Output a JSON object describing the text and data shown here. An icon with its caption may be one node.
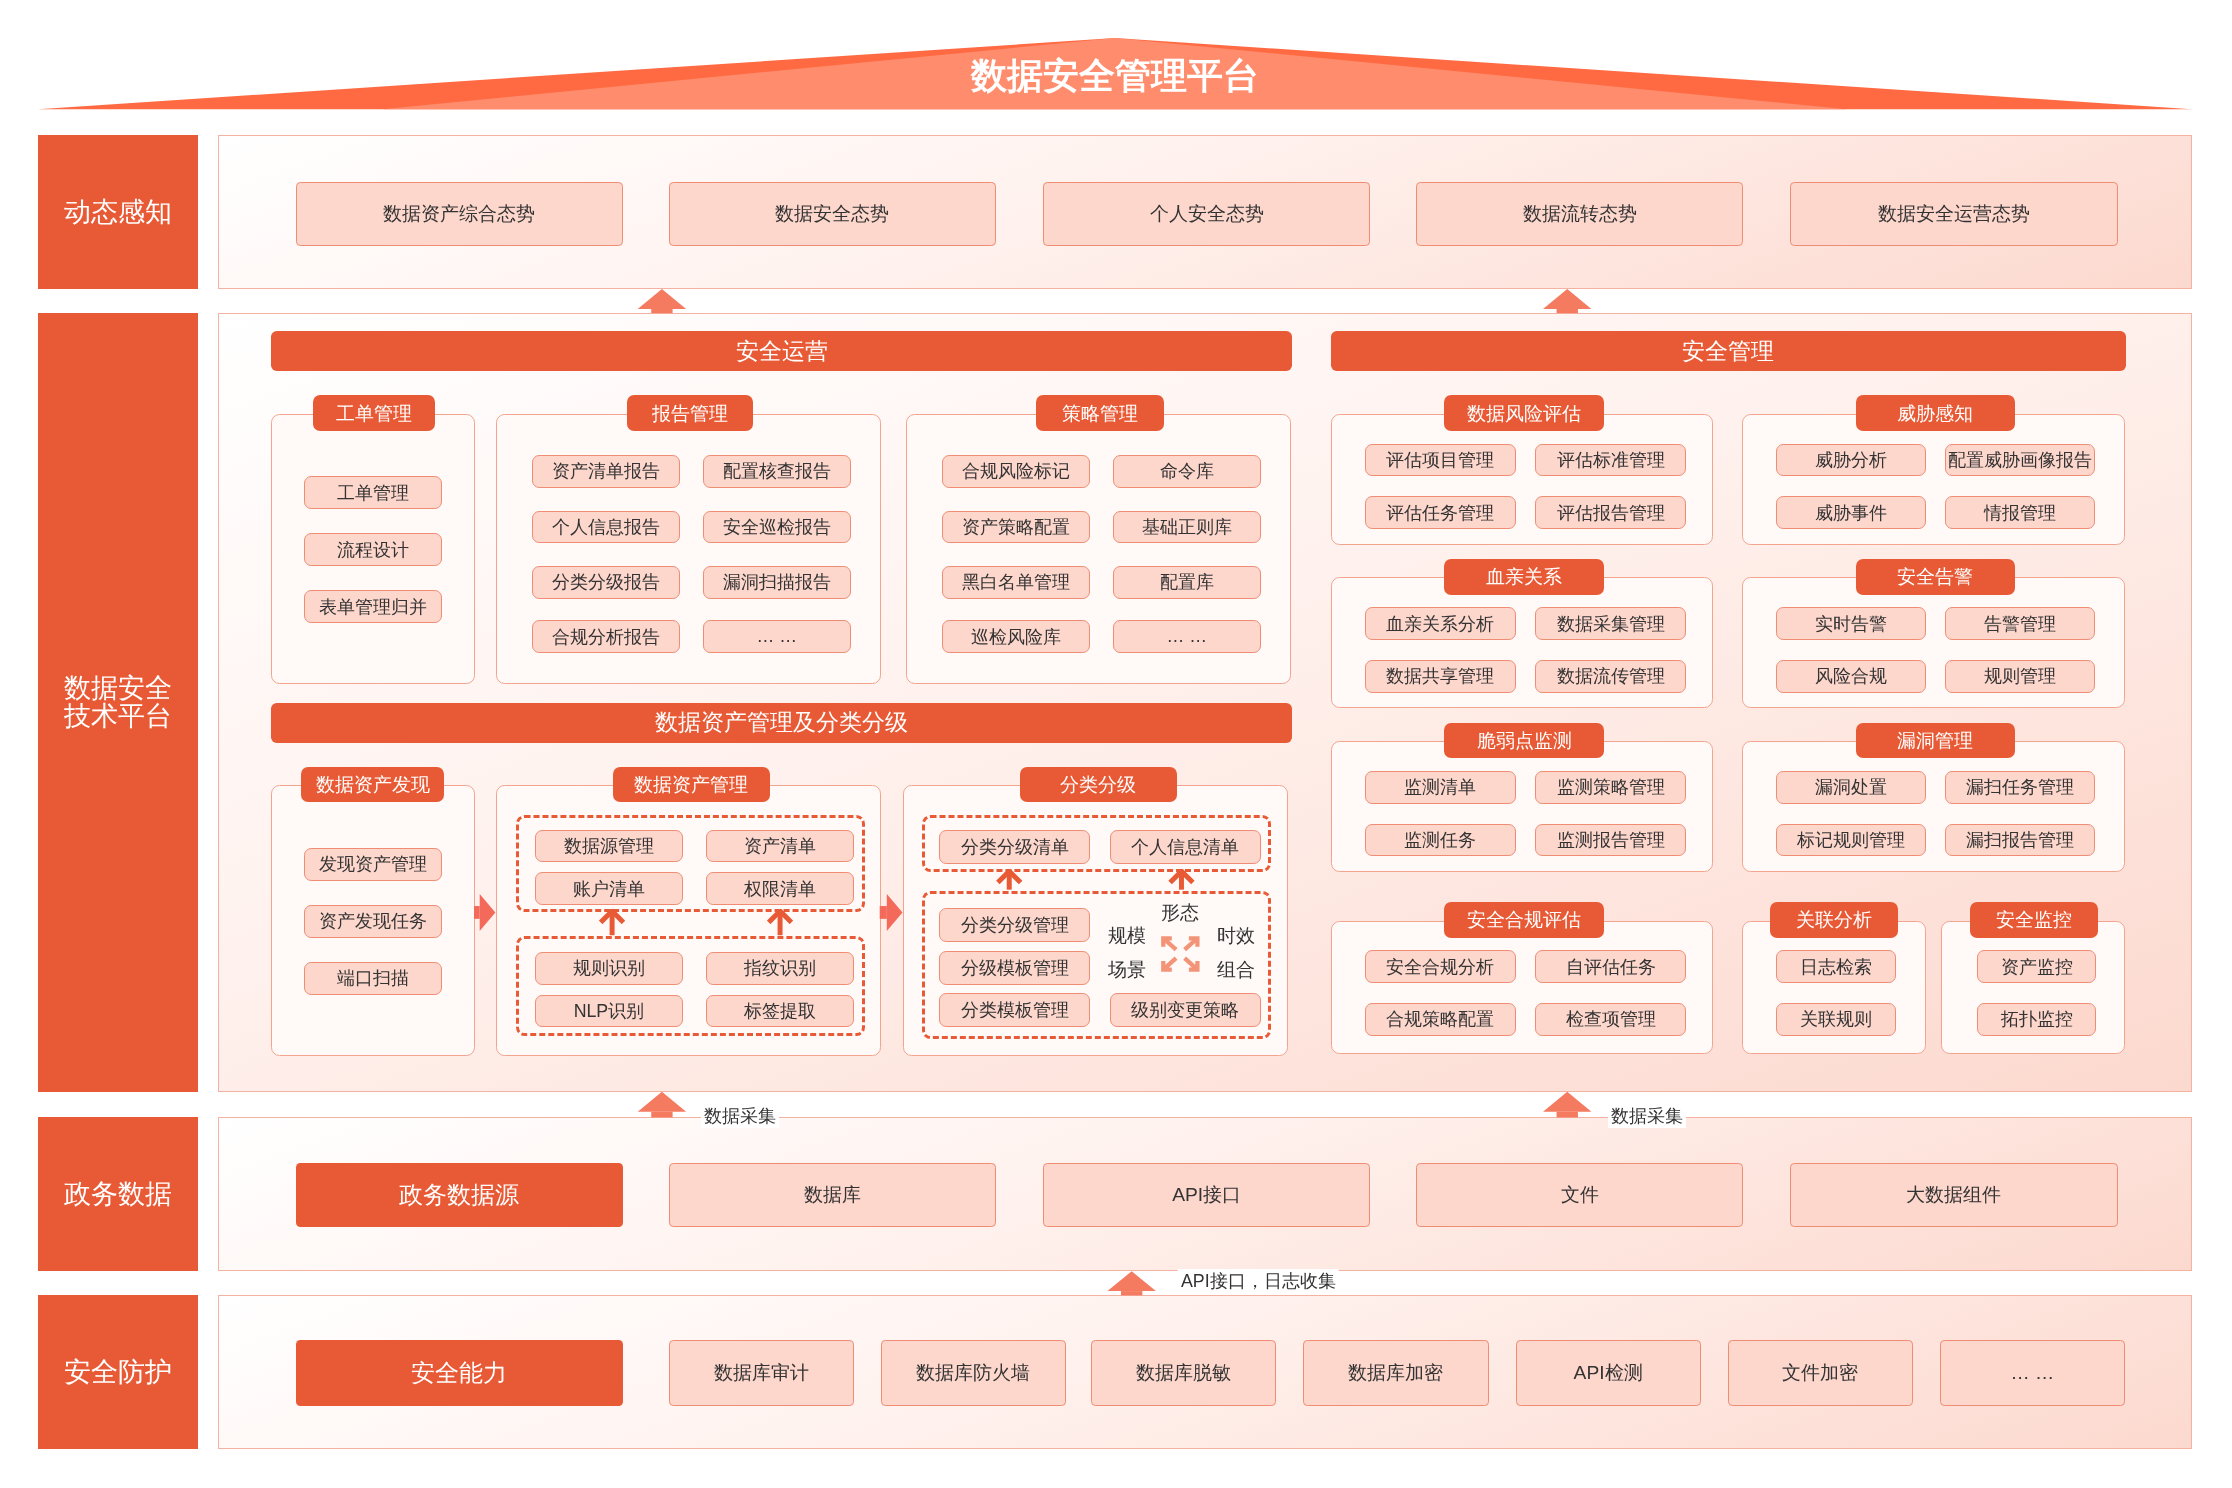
{
  "diagram": {
    "nodes": [
      {
        "text": [
          "数据安全管理平台"
        ]
      },
      {
        "text": [
          "动态感知"
        ]
      },
      {
        "text": [],
        "shape": "box"
      },
      {
        "text": [
          "数据资产综合态势"
        ],
        "in": 2
      },
      {
        "text": [
          "数据安全态势"
        ],
        "in": 2
      },
      {
        "text": [
          "个人安全态势"
        ],
        "in": 2
      },
      {
        "text": [
          "数据流转态势"
        ],
        "in": 2
      },
      {
        "text": [
          "数据安全运营态势"
        ],
        "in": 2
      },
      {
        "text": [
          "数据安全技术平台"
        ]
      },
      {
        "text": [],
        "shape": "box"
      },
      {
        "text": [
          "安全运营"
        ],
        "in": 9
      },
      {
        "text": [
          "工单管理"
        ],
        "in": 9
      },
      {
        "text": [
          "工单管理"
        ],
        "in": 11
      },
      {
        "text": [
          "流程设计"
        ],
        "in": 11
      },
      {
        "text": [
          "表单管理归并"
        ],
        "in": 11
      },
      {
        "text": [
          "报告管理"
        ],
        "in": 9
      },
      {
        "text": [
          "资产清单报告"
        ],
        "in": 15
      },
      {
        "text": [
          "配置核查报告"
        ],
        "in": 15
      },
      {
        "text": [
          "个人信息报告"
        ],
        "in": 15
      },
      {
        "text": [
          "安全巡检报告"
        ],
        "in": 15
      },
      {
        "text": [
          "分类分级报告"
        ],
        "in": 15
      },
      {
        "text": [
          "漏洞扫描报告"
        ],
        "in": 15
      },
      {
        "text": [
          "合规分析报告"
        ],
        "in": 15
      },
      {
        "text": [
          "… …"
        ],
        "in": 15
      },
      {
        "text": [
          "策略管理"
        ],
        "in": 9
      },
      {
        "text": [
          "合规风险标记"
        ],
        "in": 24
      },
      {
        "text": [
          "命令库"
        ],
        "in": 24
      },
      {
        "text": [
          "资产策略配置"
        ],
        "in": 24
      },
      {
        "text": [
          "基础正则库"
        ],
        "in": 24
      },
      {
        "text": [
          "黑白名单管理"
        ],
        "in": 24
      },
      {
        "text": [
          "配置库"
        ],
        "in": 24
      },
      {
        "text": [
          "巡检风险库"
        ],
        "in": 24
      },
      {
        "text": [
          "… …"
        ],
        "in": 24
      },
      {
        "text": [
          "数据资产管理及分类分级"
        ],
        "in": 9
      },
      {
        "text": [
          "数据资产发现"
        ],
        "in": 9
      },
      {
        "text": [
          "发现资产管理"
        ],
        "in": 34
      },
      {
        "text": [
          "资产发现任务"
        ],
        "in": 34
      },
      {
        "text": [
          "端口扫描"
        ],
        "in": 34
      },
      {
        "text": [
          "数据资产管理"
        ],
        "in": 9
      },
      {
        "text": [],
        "shape": "box",
        "in": 38
      },
      {
        "text": [
          "数据源管理"
        ],
        "in": 39
      },
      {
        "text": [
          "资产清单"
        ],
        "in": 39
      },
      {
        "text": [
          "账户清单"
        ],
        "in": 39
      },
      {
        "text": [
          "权限清单"
        ],
        "in": 39
      },
      {
        "text": [],
        "shape": "box",
        "in": 38
      },
      {
        "text": [
          "规则识别"
        ],
        "in": 44
      },
      {
        "text": [
          "指纹识别"
        ],
        "in": 44
      },
      {
        "text": [
          "NLP识别"
        ],
        "in": 44
      },
      {
        "text": [
          "标签提取"
        ],
        "in": 44
      },
      {
        "text": [
          "分类分级"
        ],
        "in": 9
      },
      {
        "text": [],
        "shape": "box",
        "in": 49
      },
      {
        "text": [
          "分类分级清单"
        ],
        "in": 50
      },
      {
        "text": [
          "个人信息清单"
        ],
        "in": 50
      },
      {
        "text": [],
        "shape": "box",
        "in": 49
      },
      {
        "text": [
          "分类分级管理"
        ],
        "in": 53
      },
      {
        "text": [
          "分级模板管理"
        ],
        "in": 53
      },
      {
        "text": [
          "分类模板管理"
        ],
        "in": 53
      },
      {
        "text": [
          "级别变更策略"
        ],
        "in": 53
      },
      {
        "text": [
          "安全管理"
        ],
        "in": 9
      },
      {
        "text": [
          "数据风险评估"
        ],
        "in": 9
      },
      {
        "text": [
          "评估项目管理"
        ],
        "in": 59
      },
      {
        "text": [
          "评估标准管理"
        ],
        "in": 59
      },
      {
        "text": [
          "评估任务管理"
        ],
        "in": 59
      },
      {
        "text": [
          "评估报告管理"
        ],
        "in": 59
      },
      {
        "text": [
          "威胁感知"
        ],
        "in": 9
      },
      {
        "text": [
          "威胁分析"
        ],
        "in": 64
      },
      {
        "text": [
          "配置威胁画像报告"
        ],
        "in": 64
      },
      {
        "text": [
          "威胁事件"
        ],
        "in": 64
      },
      {
        "text": [
          "情报管理"
        ],
        "in": 64
      },
      {
        "text": [
          "血亲关系"
        ],
        "in": 9
      },
      {
        "text": [
          "血亲关系分析"
        ],
        "in": 69
      },
      {
        "text": [
          "数据采集管理"
        ],
        "in": 69
      },
      {
        "text": [
          "数据共享管理"
        ],
        "in": 69
      },
      {
        "text": [
          "数据流传管理"
        ],
        "in": 69
      },
      {
        "text": [
          "安全告警"
        ],
        "in": 9
      },
      {
        "text": [
          "实时告警"
        ],
        "in": 74
      },
      {
        "text": [
          "告警管理"
        ],
        "in": 74
      },
      {
        "text": [
          "风险合规"
        ],
        "in": 74
      },
      {
        "text": [
          "规则管理"
        ],
        "in": 74
      },
      {
        "text": [
          "脆弱点监测"
        ],
        "in": 9
      },
      {
        "text": [
          "监测清单"
        ],
        "in": 79
      },
      {
        "text": [
          "监测策略管理"
        ],
        "in": 79
      },
      {
        "text": [
          "监测任务"
        ],
        "in": 79
      },
      {
        "text": [
          "监测报告管理"
        ],
        "in": 79
      },
      {
        "text": [
          "漏洞管理"
        ],
        "in": 9
      },
      {
        "text": [
          "漏洞处置"
        ],
        "in": 84
      },
      {
        "text": [
          "漏扫任务管理"
        ],
        "in": 84
      },
      {
        "text": [
          "标记规则管理"
        ],
        "in": 84
      },
      {
        "text": [
          "漏扫报告管理"
        ],
        "in": 84
      },
      {
        "text": [
          "安全合规评估"
        ],
        "in": 9
      },
      {
        "text": [
          "安全合规分析"
        ],
        "in": 89
      },
      {
        "text": [
          "自评估任务"
        ],
        "in": 89
      },
      {
        "text": [
          "合规策略配置"
        ],
        "in": 89
      },
      {
        "text": [
          "检查项管理"
        ],
        "in": 89
      },
      {
        "text": [
          "关联分析"
        ],
        "in": 9
      },
      {
        "text": [
          "日志检索"
        ],
        "in": 94
      },
      {
        "text": [
          "关联规则"
        ],
        "in": 94
      },
      {
        "text": [
          "安全监控"
        ],
        "in": 9
      },
      {
        "text": [
          "资产监控"
        ],
        "in": 97
      },
      {
        "text": [
          "拓扑监控"
        ],
        "in": 97
      },
      {
        "text": [
          "政务数据"
        ]
      },
      {
        "text": [],
        "shape": "box"
      },
      {
        "text": [
          "政务数据源"
        ],
        "in": 101
      },
      {
        "text": [
          "数据库"
        ],
        "in": 101
      },
      {
        "text": [
          "API接口"
        ],
        "in": 101
      },
      {
        "text": [
          "文件"
        ],
        "in": 101
      },
      {
        "text": [
          "大数据组件"
        ],
        "in": 101
      },
      {
        "text": [
          "安全防护"
        ]
      },
      {
        "text": [],
        "shape": "box"
      },
      {
        "text": [
          "安全能力"
        ],
        "in": 108
      },
      {
        "text": [
          "数据库审计"
        ],
        "in": 108
      },
      {
        "text": [
          "数据库防火墙"
        ],
        "in": 108
      },
      {
        "text": [
          "数据库脱敏"
        ],
        "in": 108
      },
      {
        "text": [
          "数据库加密"
        ],
        "in": 108
      },
      {
        "text": [
          "API检测"
        ],
        "in": 108
      },
      {
        "text": [
          "文件加密"
        ],
        "in": 108
      },
      {
        "text": [
          "… …"
        ],
        "in": 108
      }
    ],
    "edges": [
      {
        "from": 9,
        "to": 2,
        "arrow": "to"
      },
      {
        "from": 9,
        "to": 2,
        "arrow": "to"
      },
      {
        "from": 101,
        "to": 9,
        "arrow": "to",
        "label": "数据采集"
      },
      {
        "from": 101,
        "to": 9,
        "arrow": "to",
        "label": "数据采集"
      },
      {
        "from": 108,
        "to": 101,
        "arrow": "to",
        "label": "API接口，日志收集"
      },
      {
        "from": 34,
        "to": 38,
        "arrow": "to"
      },
      {
        "from": 38,
        "to": 49,
        "arrow": "to"
      },
      {
        "from": 44,
        "to": 39,
        "arrow": "to"
      },
      {
        "from": 44,
        "to": 39,
        "arrow": "to"
      },
      {
        "from": 53,
        "to": 50,
        "arrow": "to"
      },
      {
        "from": 53,
        "to": 50,
        "arrow": "to"
      }
    ],
    "labels": [
      "形态",
      "规模",
      "时效",
      "场景",
      "组合"
    ]
  }
}
